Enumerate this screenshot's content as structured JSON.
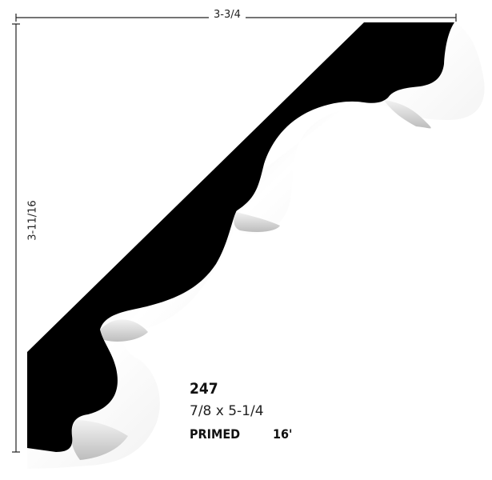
{
  "dimensions": {
    "width_label": "3-3/4",
    "height_label": "3-11/16"
  },
  "product": {
    "model": "247",
    "size": "7/8 x 5-1/4",
    "finish": "PRIMED",
    "length": "16'"
  },
  "colors": {
    "molding_back": "#000000",
    "molding_face_light": "#ffffff",
    "molding_face_shadow": "#cfcfcf",
    "dimension_line": "#222222"
  }
}
